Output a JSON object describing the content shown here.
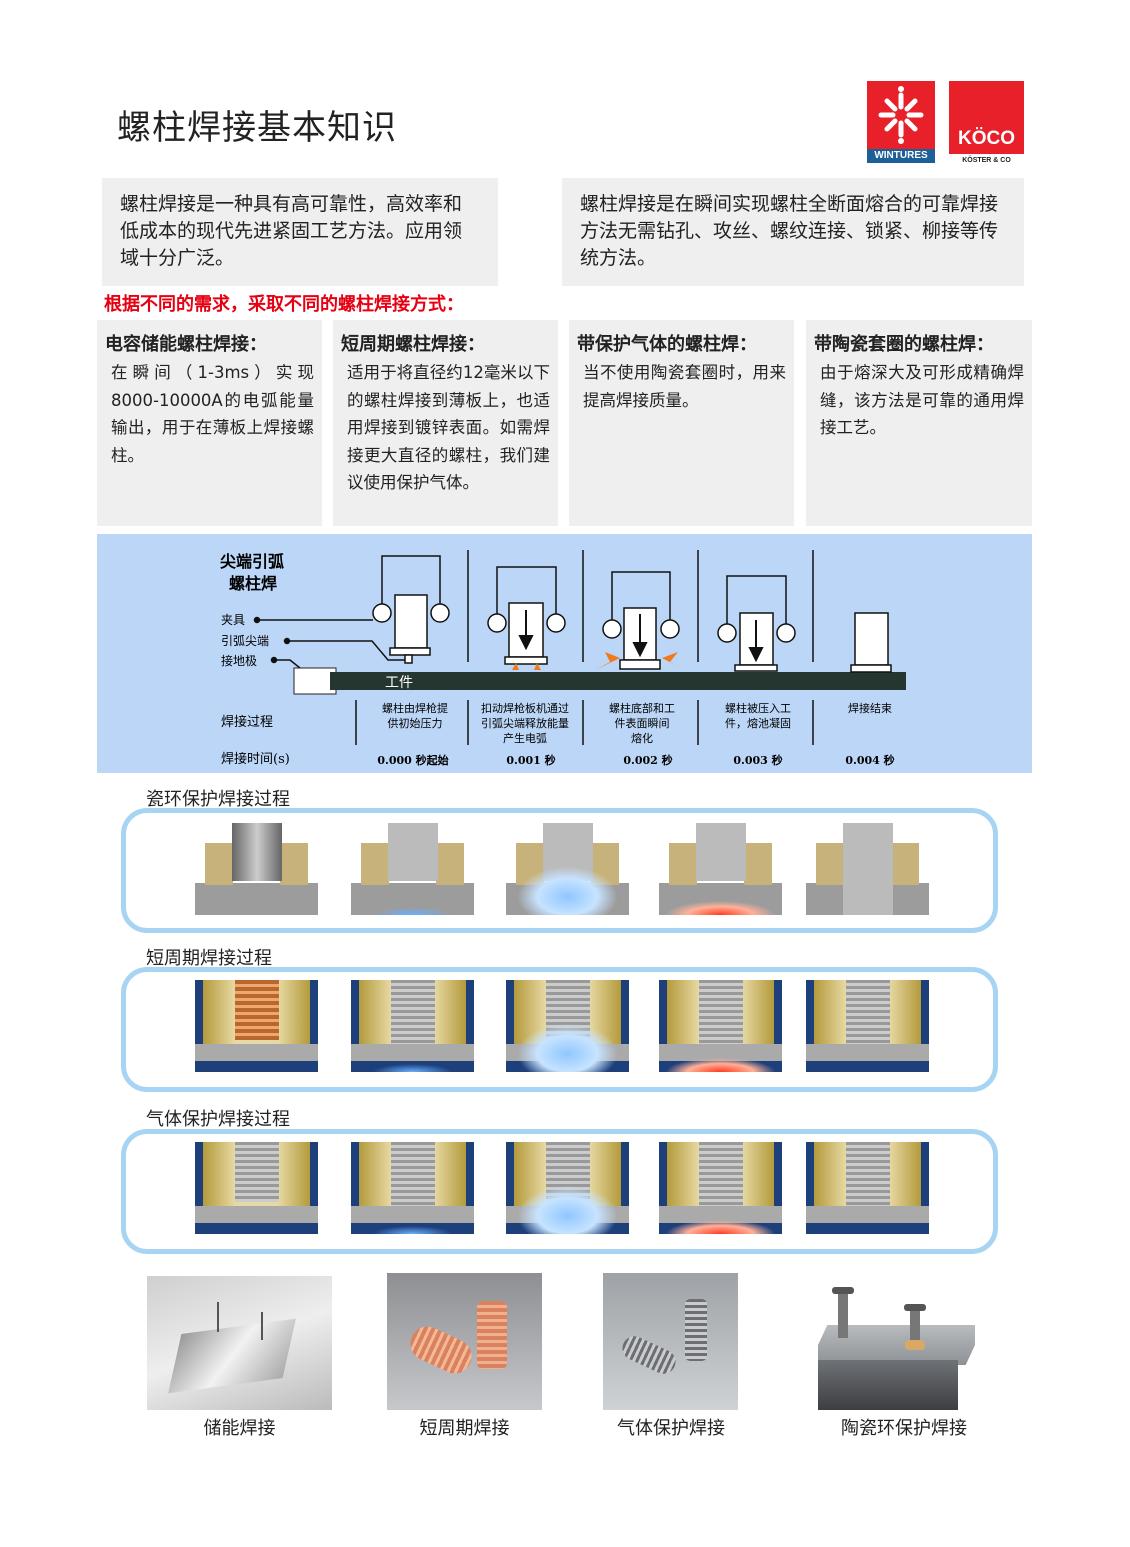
{
  "title": "螺柱焊接基本知识",
  "logos": {
    "wintures": "WINTURES",
    "koco": "KÖCO",
    "koco_sub": "KÖSTER & CO"
  },
  "intro": [
    "螺柱焊接是一种具有高可靠性，高效率和低成本的现代先进紧固工艺方法。应用领域十分广泛。",
    "螺柱焊接是在瞬间实现螺柱全断面熔合的可靠焊接方法无需钻孔、攻丝、螺纹连接、锁紧、柳接等传统方法。"
  ],
  "methods_heading": "根据不同的需求，采取不同的螺柱焊接方式：",
  "methods": [
    {
      "title": "电容储能螺柱焊接：",
      "text": "在瞬间（1-3ms）实现8000-10000A的电弧能量输出，用于在薄板上焊接螺柱。"
    },
    {
      "title": "短周期螺柱焊接：",
      "text": "适用于将直径约12毫米以下的螺柱焊接到薄板上，也适用焊接到镀锌表面。如需焊接更大直径的螺柱，我们建议使用保护气体。"
    },
    {
      "title": "带保护气体的螺柱焊：",
      "text": "当不使用陶瓷套圈时，用来提高焊接质量。"
    },
    {
      "title": "带陶瓷套圈的螺柱焊：",
      "text": "由于熔深大及可形成精确焊缝，该方法是可靠的通用焊接工艺。"
    }
  ],
  "diagram": {
    "title_line1": "尖端引弧",
    "title_line2": "螺柱焊",
    "labels": {
      "clamp": "夹具",
      "tip": "引弧尖端",
      "ground": "接地极",
      "workpiece": "工件",
      "process": "焊接过程",
      "time": "焊接时间(s)"
    },
    "steps": [
      {
        "lines": [
          "螺柱由焊枪提",
          "供初始压力"
        ],
        "time": "0.000 秒起始"
      },
      {
        "lines": [
          "扣动焊枪板机通过",
          "引弧尖端释放能量",
          "产生电弧"
        ],
        "time": "0.001 秒"
      },
      {
        "lines": [
          "螺柱底部和工",
          "件表面瞬间",
          "熔化"
        ],
        "time": "0.002 秒"
      },
      {
        "lines": [
          "螺柱被压入工",
          "件，熔池凝固"
        ],
        "time": "0.003 秒"
      },
      {
        "lines": [
          "焊接结束"
        ],
        "time": "0.004 秒"
      }
    ]
  },
  "processes": [
    {
      "label": "瓷环保护焊接过程",
      "type": "ceramic"
    },
    {
      "label": "短周期焊接过程",
      "type": "short"
    },
    {
      "label": "气体保护焊接过程",
      "type": "gas"
    }
  ],
  "photos": [
    {
      "caption": "储能焊接"
    },
    {
      "caption": "短周期焊接"
    },
    {
      "caption": "气体保护焊接"
    },
    {
      "caption": "陶瓷环保护焊接"
    }
  ],
  "colors": {
    "accent_red": "#e60012",
    "diagram_bg": "#bcd6f7",
    "panel_border": "#a8d4f3",
    "box_bg": "#efefef"
  }
}
